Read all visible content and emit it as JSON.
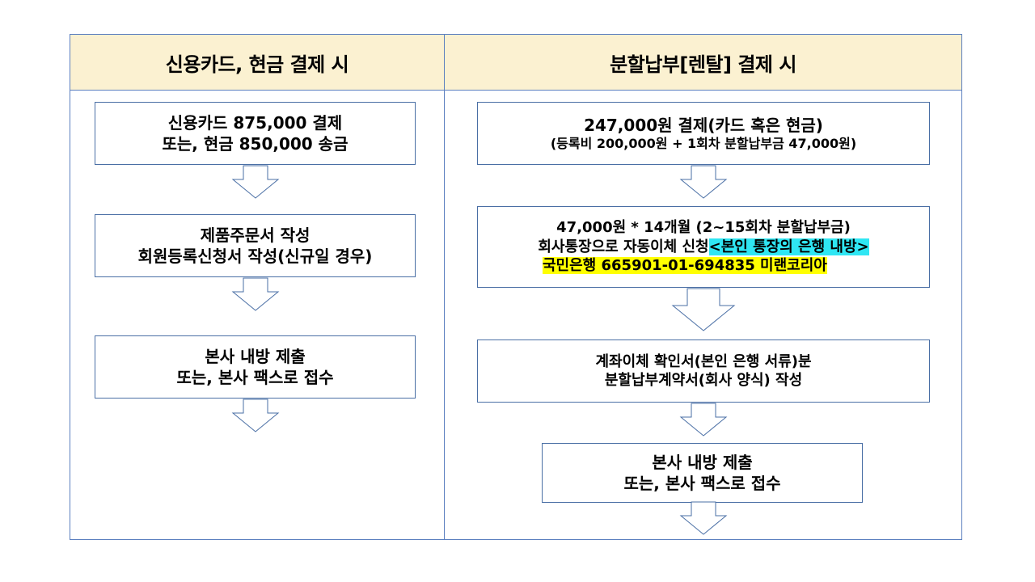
{
  "headers": {
    "left": "신용카드, 현금 결제 시",
    "right": "분할납부[렌탈] 결제 시"
  },
  "left_steps": [
    {
      "line1": "신용카드 875,000 결제",
      "line2": "또는, 현금 850,000 송금"
    },
    {
      "line1": "제품주문서 작성",
      "line2": "회원등록신청서 작성(신규일 경우)"
    },
    {
      "line1": "본사 내방 제출",
      "line2": "또는, 본사 팩스로 접수"
    }
  ],
  "right_steps": {
    "step1": {
      "line1": "247,000원 결제(카드 혹은 현금)",
      "line2": "(등록비 200,000원  + 1회차 분할납부금 47,000원)"
    },
    "step2": {
      "line1": "47,000원  * 14개월  (2~15회차 분할납부금)",
      "line2_text": "회사통장으로 자동이체 신청",
      "line2_highlight": "<본인 통장의 은행 내방>",
      "line3_highlight": "국민은행  665901-01-694835  미랜코리아"
    },
    "step3": {
      "line1": "계좌이체 확인서(본인 은행 서류)분",
      "line2": "분할납부계약서(회사 양식) 작성"
    },
    "step4": {
      "line1": "본사 내방 제출",
      "line2": "또는, 본사 팩스로 접수"
    }
  },
  "colors": {
    "border": "#5b7fbf",
    "header_fill": "#fbf1d1",
    "highlight_cyan": "#2fe6f3",
    "highlight_yellow": "#ffff00"
  },
  "icons": [
    "down-arrow-icon"
  ]
}
